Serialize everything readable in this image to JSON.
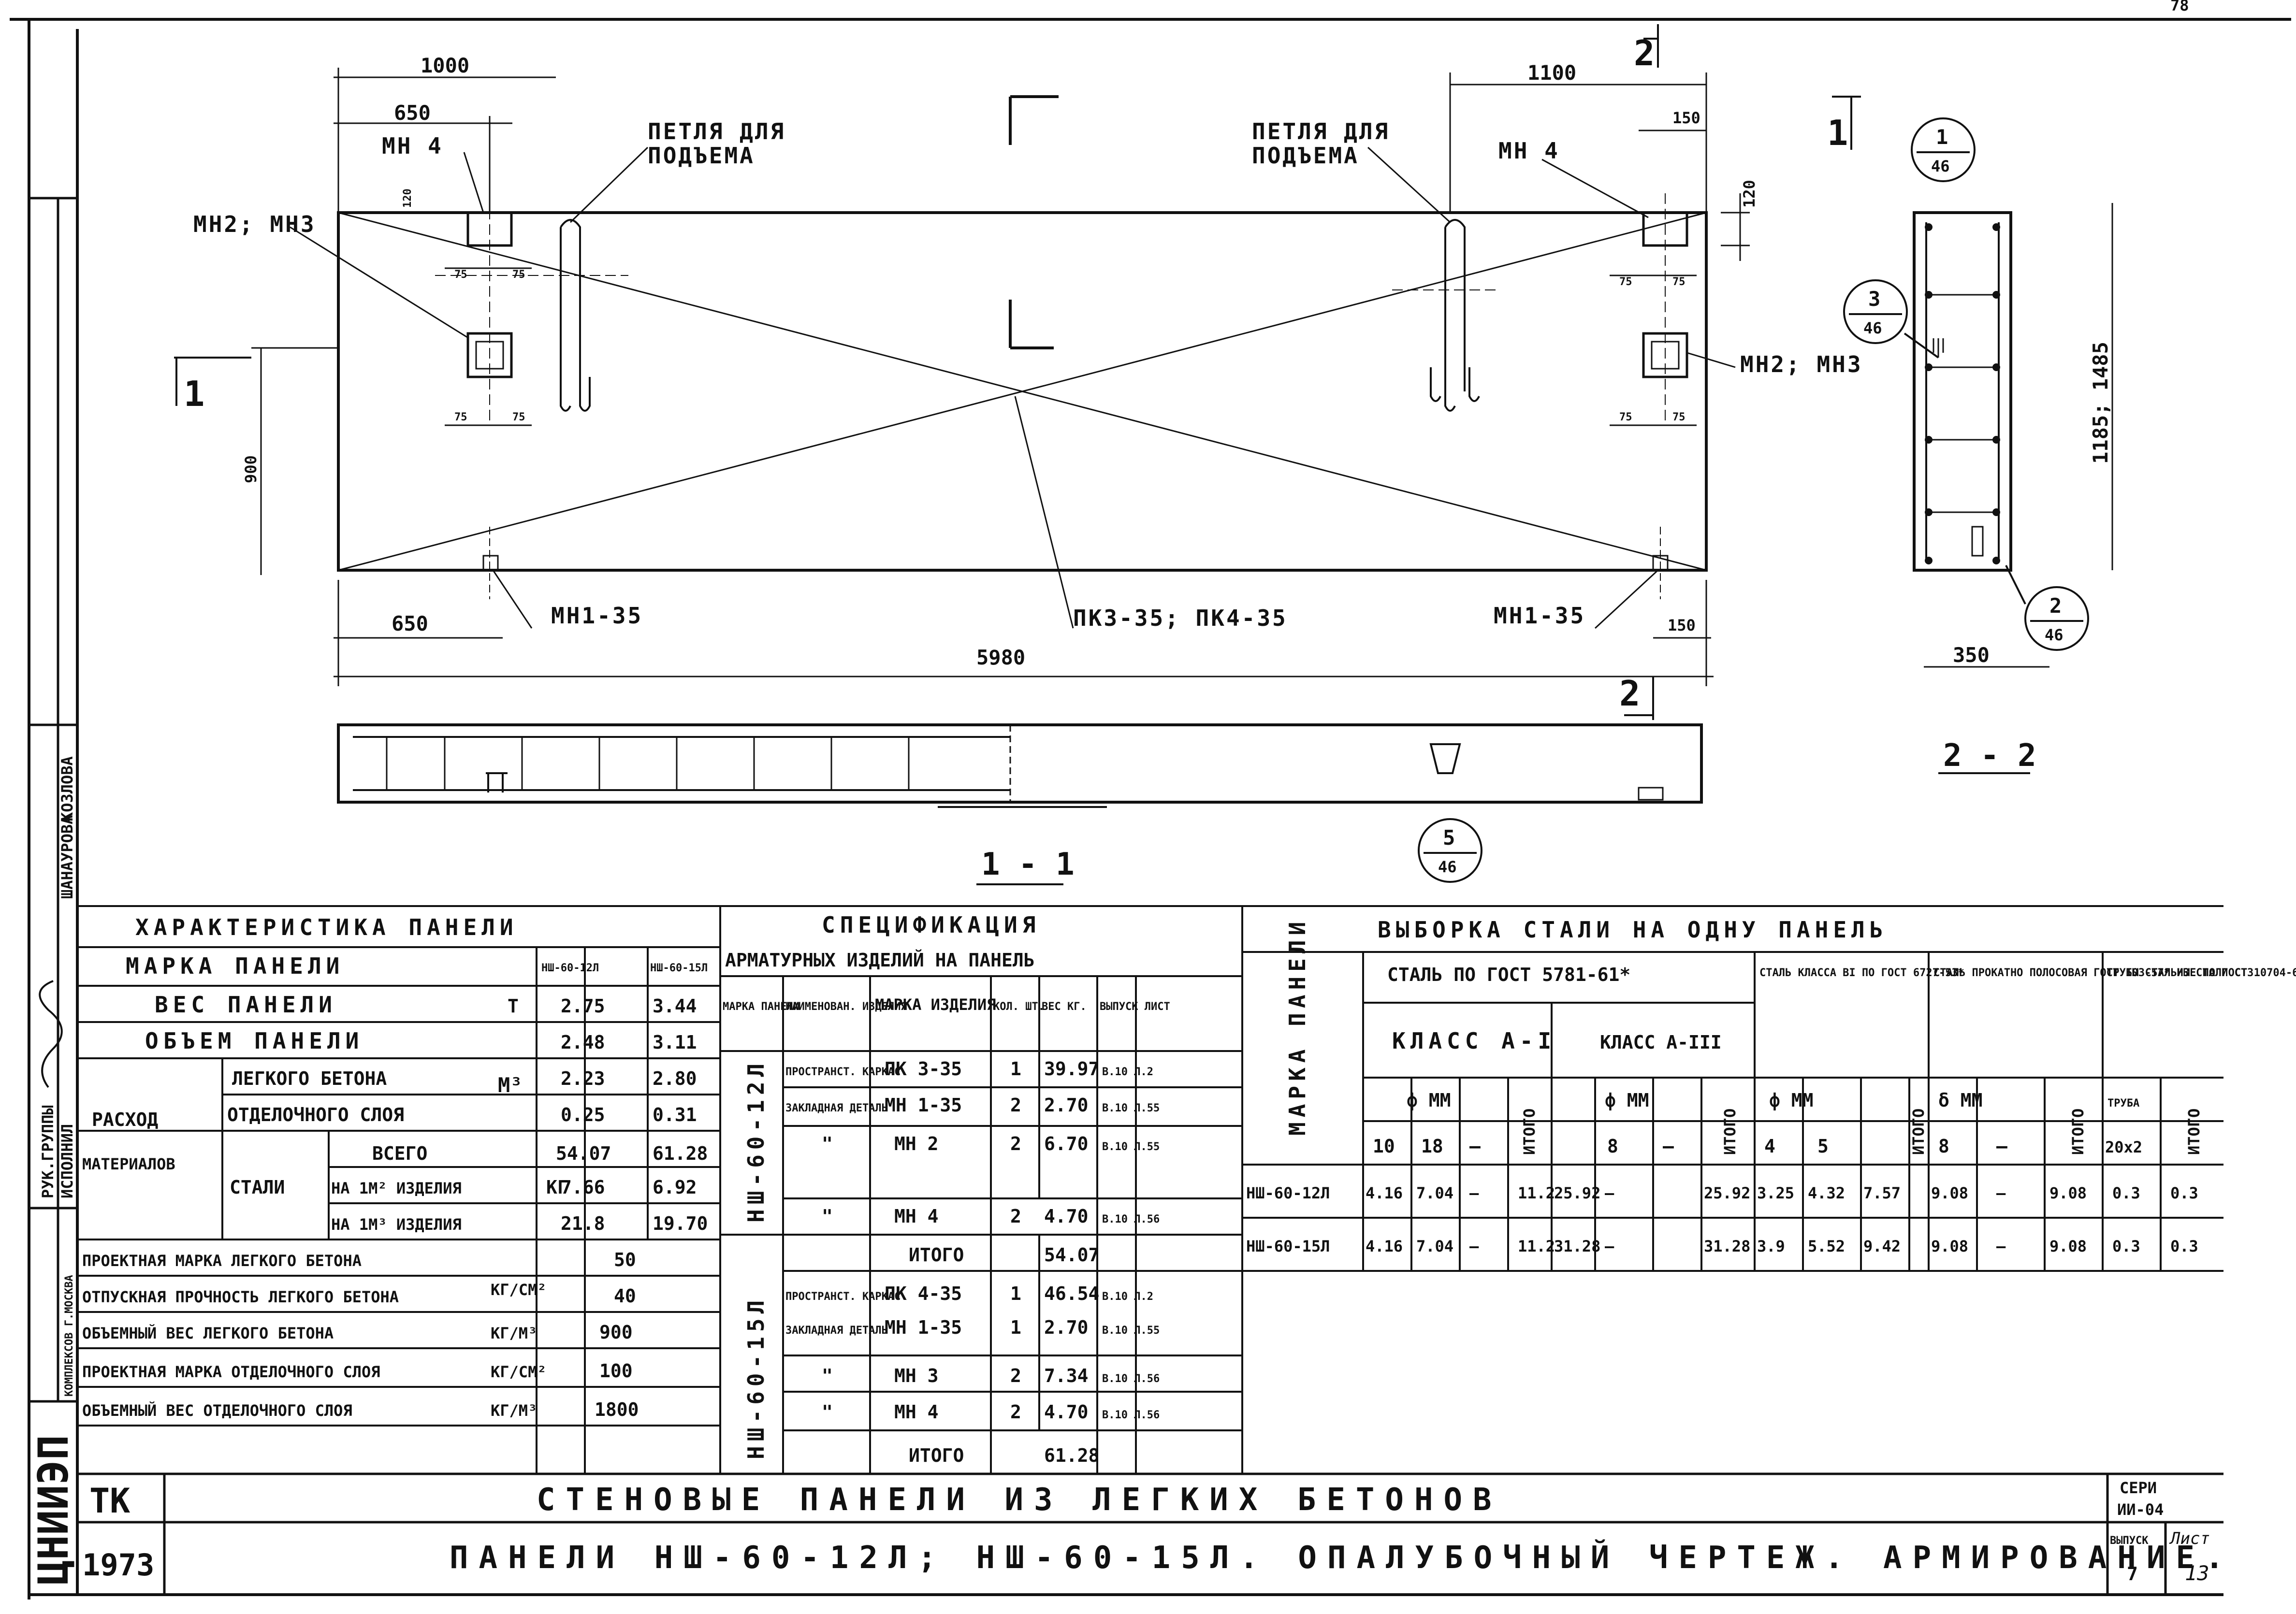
{
  "corner_page": "78",
  "drawing": {
    "dims": {
      "d1000": "1000",
      "d650_top": "650",
      "d1100": "1100",
      "d150_top": "150",
      "d120_r": "120",
      "d120_l": "120",
      "d75": "75",
      "d900": "900",
      "d650_bot": "650",
      "d150_bot": "150",
      "d5980": "5980",
      "d350": "350",
      "d1185": "1185; 1485"
    },
    "labels": {
      "mn4": "МН 4",
      "lift_loop_1": "ПЕТЛЯ ДЛЯ",
      "lift_loop_2": "ПОДЪЕМА",
      "mn2_mn3": "МН2; МН3",
      "mn1_35": "МН1-35",
      "pk": "ПК3-35; ПК4-35"
    },
    "section_marks": {
      "s1": "1",
      "s2": "2"
    },
    "callouts": [
      {
        "num": "1",
        "sheet": "46"
      },
      {
        "num": "3",
        "sheet": "46"
      },
      {
        "num": "2",
        "sheet": "46"
      },
      {
        "num": "5",
        "sheet": "46"
      }
    ],
    "section_titles": {
      "s11": "1 - 1",
      "s22": "2 - 2"
    }
  },
  "side_stamp": {
    "names": [
      "ШАНАУРОВА",
      "КОЗЛОВА"
    ],
    "roles": [
      "РУК.ГРУППЫ",
      "ИСПОЛНИЛ"
    ],
    "org": "КОМПЛЕКСОВ Г.МОСКВА",
    "logo": "ЦНИИЭП"
  },
  "char_table": {
    "title": "ХАРАКТЕРИСТИКА ПАНЕЛИ",
    "rows": {
      "mark_label": "МАРКА ПАНЕЛИ",
      "mark_a": "НШ-60-12Л",
      "mark_b": "НШ-60-15Л",
      "weight_label": "ВЕС ПАНЕЛИ",
      "weight_unit": "Т",
      "weight_a": "2.75",
      "weight_b": "3.44",
      "volume_label": "ОБЪЕМ ПАНЕЛИ",
      "volume_a": "2.48",
      "volume_b": "3.11",
      "consumption_label": "РАСХОД",
      "materials_label": "МАТЕРИАЛОВ",
      "light_label": "ЛЕГКОГО БЕТОНА",
      "m3": "М³",
      "light_a": "2.23",
      "light_b": "2.80",
      "finish_label": "ОТДЕЛОЧНОГО СЛОЯ",
      "finish_a": "0.25",
      "finish_b": "0.31",
      "steel_label": "СТАЛИ",
      "total_label": "ВСЕГО",
      "kg": "КГ",
      "steel_total_a": "54.07",
      "steel_total_b": "61.28",
      "per_m2_label": "НА 1М² ИЗДЕЛИЯ",
      "per_m2_a": "7.66",
      "per_m2_b": "6.92",
      "per_m3_label": "НА 1М³ ИЗДЕЛИЯ",
      "per_m3_a": "21.8",
      "per_m3_b": "19.70",
      "p1_label": "ПРОЕКТНАЯ МАРКА ЛЕГКОГО БЕТОНА",
      "p1_unit": "КГ/СМ²",
      "p1_val": "50",
      "p2_label": "ОТПУСКНАЯ ПРОЧНОСТЬ ЛЕГКОГО БЕТОНА",
      "p2_val": "40",
      "p3_label": "ОБЪЕМНЫЙ ВЕС ЛЕГКОГО БЕТОНА",
      "p3_unit": "КГ/М³",
      "p3_val": "900",
      "p4_label": "ПРОЕКТНАЯ МАРКА ОТДЕЛОЧНОГО СЛОЯ",
      "p4_unit": "КГ/СМ²",
      "p4_val": "100",
      "p5_label": "ОБЪЕМНЫЙ ВЕС ОТДЕЛОЧНОГО СЛОЯ",
      "p5_unit": "КГ/М³",
      "p5_val": "1800"
    }
  },
  "spec_table": {
    "title1": "СПЕЦИФИКАЦИЯ",
    "title2": "АРМАТУРНЫХ ИЗДЕЛИЙ НА ПАНЕЛЬ",
    "headers": [
      "МАРКА ПАНЕЛИ",
      "НАИМЕНОВАН. ИЗДЕЛИЯ",
      "МАРКА ИЗДЕЛИЯ",
      "КОЛ. ШТ.",
      "ВЕС КГ.",
      "ВЫПУСК ЛИСТ"
    ],
    "panel_a": "НШ-60-12Л",
    "panel_b": "НШ-60-15Л",
    "rows_a": [
      {
        "name": "ПРОСТРАНСТ. КАРКАС",
        "mark": "ПК 3-35",
        "qty": "1",
        "weight": "39.97",
        "ref": "В.10 Л.2"
      },
      {
        "name": "ЗАКЛАДНАЯ ДЕТАЛЬ",
        "mark": "МН 1-35",
        "qty": "2",
        "weight": "2.70",
        "ref": "В.10 Л.55"
      },
      {
        "name": "\"",
        "mark": "МН 2",
        "qty": "2",
        "weight": "6.70",
        "ref": "В.10 Л.55"
      },
      {
        "name": "\"",
        "mark": "МН 4",
        "qty": "2",
        "weight": "4.70",
        "ref": "В.10 Л.56"
      }
    ],
    "total_a_label": "ИТОГО",
    "total_a": "54.07",
    "rows_b": [
      {
        "name": "ПРОСТРАНСТ. КАРКАС",
        "mark": "ПК 4-35",
        "qty": "1",
        "weight": "46.54",
        "ref": "В.10 Л.2"
      },
      {
        "name": "ЗАКЛАДНАЯ ДЕТАЛЬ",
        "mark": "МН 1-35",
        "qty": "1",
        "weight": "2.70",
        "ref": "В.10 Л.55"
      },
      {
        "name": "\"",
        "mark": "МН 3",
        "qty": "2",
        "weight": "7.34",
        "ref": "В.10 Л.56"
      },
      {
        "name": "\"",
        "mark": "МН 4",
        "qty": "2",
        "weight": "4.70",
        "ref": "В.10 Л.56"
      }
    ],
    "total_b_label": "ИТОГО",
    "total_b": "61.28"
  },
  "steel_table": {
    "title": "ВЫБОРКА СТАЛИ НА ОДНУ ПАНЕЛЬ",
    "mark_header": "МАРКА ПАНЕЛИ",
    "g1": "СТАЛЬ ПО ГОСТ 5781-61*",
    "g1a": "КЛАСС А-I",
    "g1b": "КЛАСС А-III",
    "g2": "СТАЛЬ КЛАССА ВI ПО ГОСТ 6727-53*",
    "g3": "СТАЛЬ ПРОКАТНО ПОЛОСОВАЯ ГОСТ 103-57* ИЗ СТАЛИ СТ3",
    "g4": "ТРУБЫ СТАЛЬНЫЕ ПО ГОСТ 10704-63 ИЗ СТАЛИ СТ3",
    "phi": "ф ММ",
    "delta": "δ ММ",
    "itogo": "ИТОГО",
    "pipe": "ТРУБА",
    "pipe_size": "20x2",
    "sub": [
      "10",
      "18",
      "—",
      "8",
      "—",
      "4",
      "5",
      "8",
      "—"
    ],
    "rows": [
      {
        "mark": "НШ-60-12Л",
        "v": [
          "4.16",
          "7.04",
          "—",
          "11.2",
          "25.92",
          "—",
          "25.92",
          "3.25",
          "4.32",
          "7.57",
          "9.08",
          "—",
          "9.08",
          "0.3",
          "0.3"
        ]
      },
      {
        "mark": "НШ-60-15Л",
        "v": [
          "4.16",
          "7.04",
          "—",
          "11.2",
          "31.28",
          "—",
          "31.28",
          "3.9",
          "5.52",
          "9.42",
          "9.08",
          "—",
          "9.08",
          "0.3",
          "0.3"
        ]
      }
    ]
  },
  "title_block": {
    "tk": "ТК",
    "year": "1973",
    "line1": "СТЕНОВЫЕ ПАНЕЛИ ИЗ ЛЕГКИХ БЕТОНОВ",
    "line2": "ПАНЕЛИ НШ-60-12Л; НШ-60-15Л. ОПАЛУБОЧНЫЙ ЧЕРТЕЖ. АРМИРОВАНИЕ.",
    "series_label": "СЕРИ",
    "series_val": "ИИ-04",
    "issue_label": "ВЫПУСК",
    "issue_val": "7",
    "sheet_label": "Лист",
    "sheet_val": "13"
  }
}
